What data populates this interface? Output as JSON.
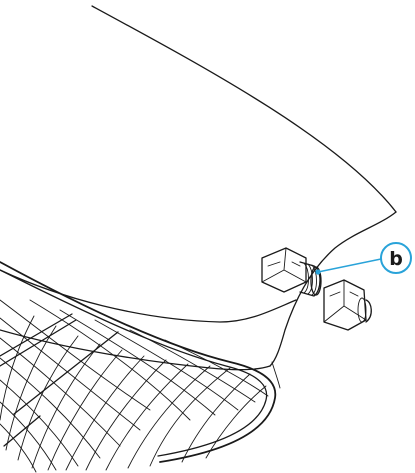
{
  "callout": {
    "label": "b",
    "color": "#29a3d9"
  },
  "parts": {
    "housing": "housing-body",
    "grille": "fan-grille",
    "fitting": "hex-fitting",
    "nut": "coupling-nut"
  }
}
